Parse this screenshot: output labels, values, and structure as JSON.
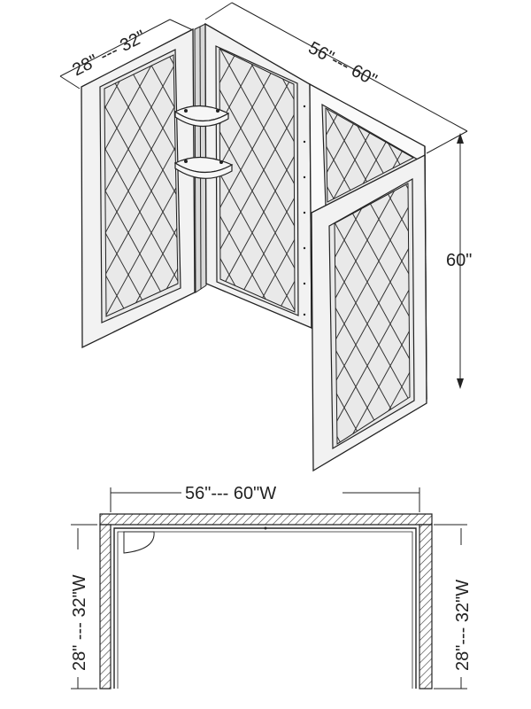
{
  "labels": {
    "depth_top": "28\" --- 32\"",
    "width_top": "56\"--- 60\"",
    "height_right": "60\"",
    "width_plan": "56\"--- 60\"W",
    "depth_plan_left": "28\" --- 32\"W",
    "depth_plan_right": "28\"--- 32\"W"
  }
}
